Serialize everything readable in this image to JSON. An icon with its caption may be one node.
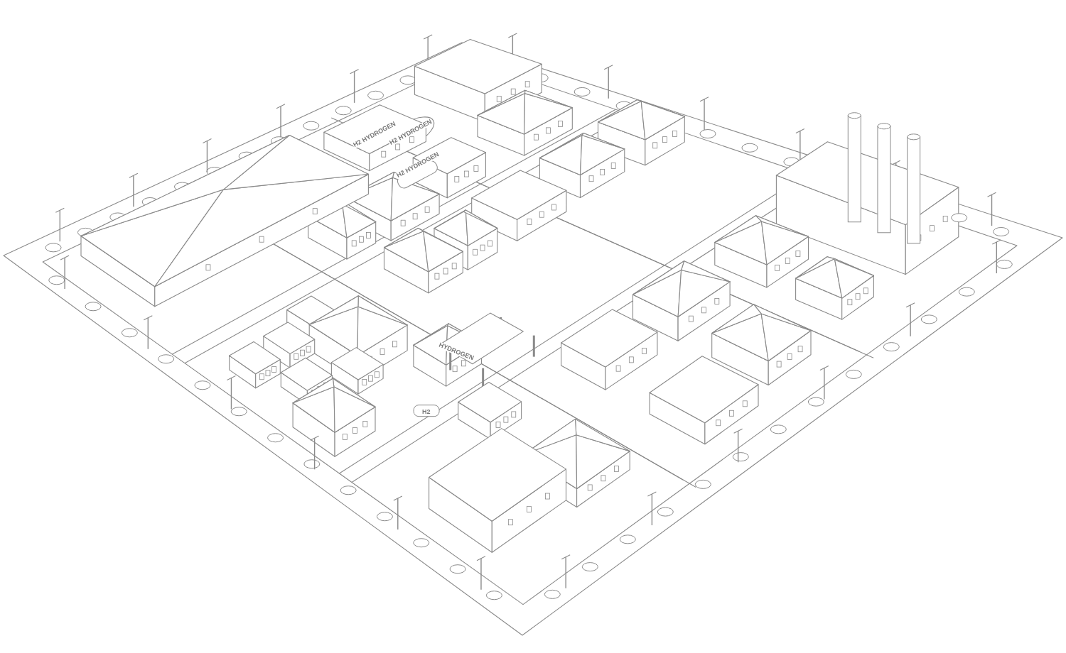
{
  "diagram": {
    "labels": [
      "H2 HYDROGEN",
      "H2 HYDROGEN",
      "H2 HYDROGEN",
      "H2",
      "HYDROGEN"
    ]
  }
}
